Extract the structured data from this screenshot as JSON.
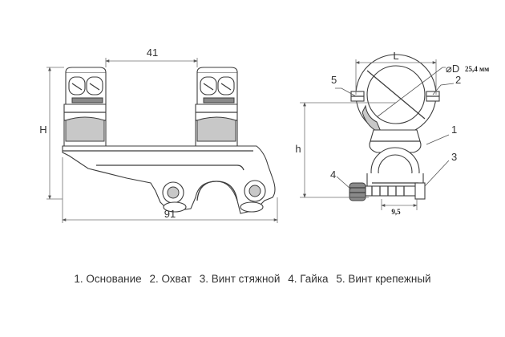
{
  "dimensions": {
    "side_length": "41",
    "side_total": "91",
    "side_height": "H",
    "front_width": "L",
    "front_height": "h",
    "diameter_symbol": "⌀D",
    "diameter_value": "25,4 мм",
    "screw_offset": "9,5"
  },
  "callouts": [
    "1",
    "2",
    "3",
    "4",
    "5"
  ],
  "legend": {
    "items": [
      "1. Основание",
      "2. Охват",
      "3. Винт стяжной",
      "4. Гайка",
      "5. Винт крепежный"
    ]
  }
}
